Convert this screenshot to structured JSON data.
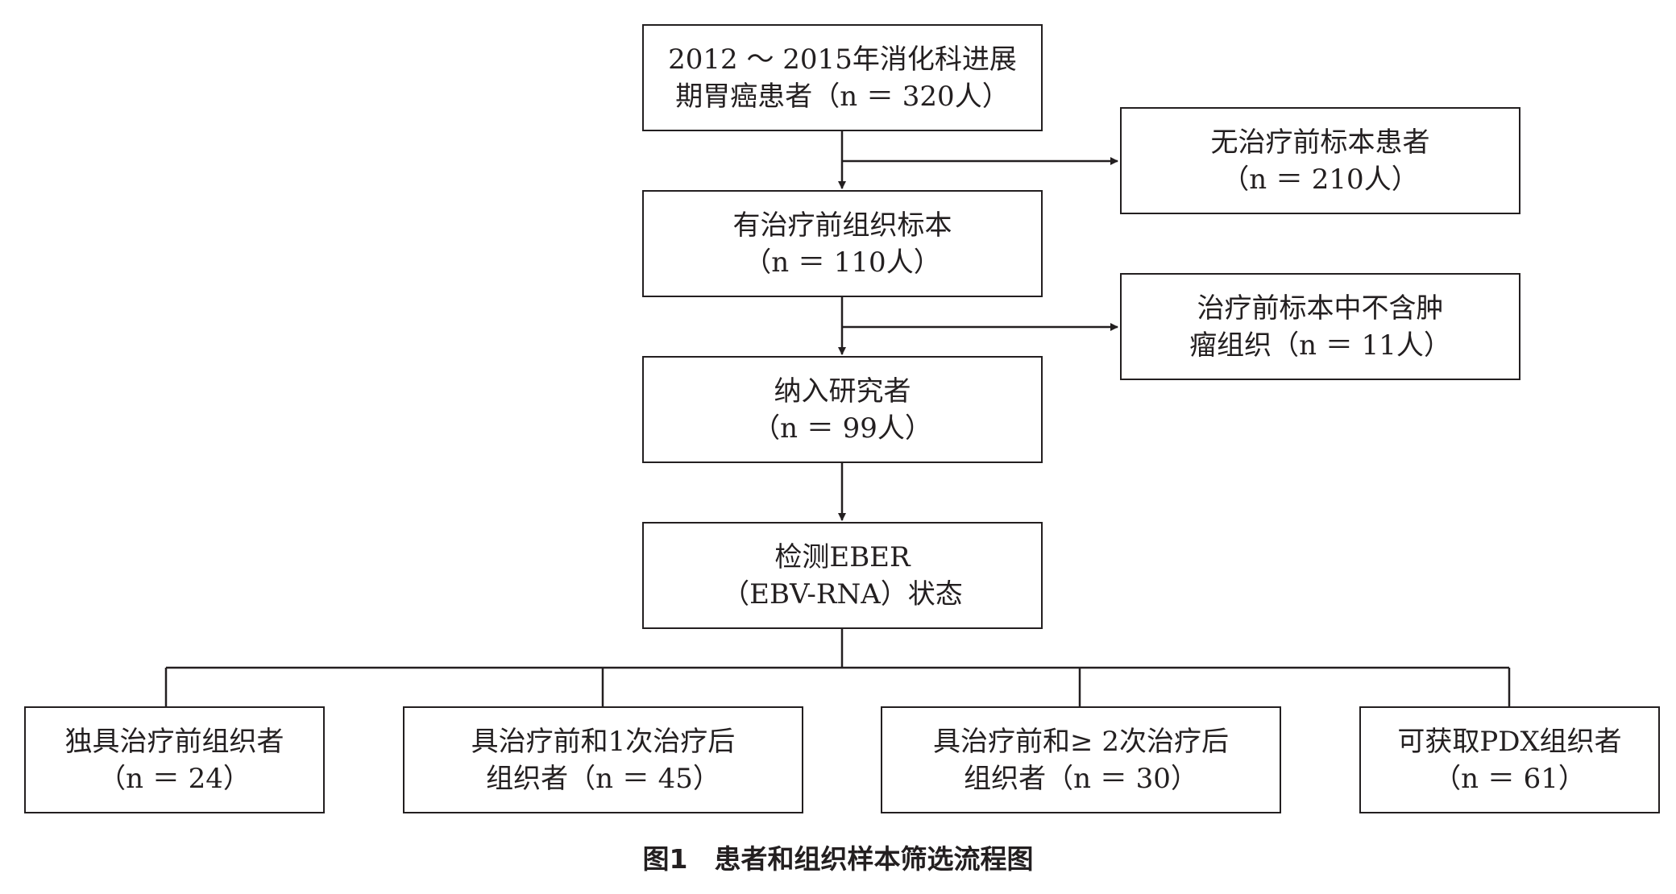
{
  "boxes": {
    "start": {
      "line1": "2012 ～ 2015年消化科进展",
      "line2": "期胃癌患者（n ＝ 320人）"
    },
    "excluded_no_sample": {
      "line1": "无治疗前标本患者",
      "line2": "（n ＝ 210人）"
    },
    "has_sample": {
      "line1": "有治疗前组织标本",
      "line2": "（n ＝ 110人）"
    },
    "excluded_no_tumor": {
      "line1": "治疗前标本中不含肿",
      "line2": "瘤组织（n ＝ 11人）"
    },
    "included": {
      "line1": "纳入研究者",
      "line2": "（n ＝ 99人）"
    },
    "eber": {
      "line1": "检测EBER",
      "line2": "（EBV-RNA）状态"
    },
    "group_pre_only": {
      "line1": "独具治疗前组织者",
      "line2": "（n ＝ 24）"
    },
    "group_pre_1": {
      "line1": "具治疗前和1次治疗后",
      "line2": "组织者（n ＝ 45）"
    },
    "group_pre_2plus": {
      "line1": "具治疗前和≥ 2次治疗后",
      "line2": "组织者（n ＝ 30）"
    },
    "group_pdx": {
      "line1": "可获取PDX组织者",
      "line2": "（n ＝ 61）"
    }
  },
  "caption": "图1　患者和组织样本筛选流程图",
  "colors": {
    "line": "#231f20",
    "background": "#ffffff"
  }
}
